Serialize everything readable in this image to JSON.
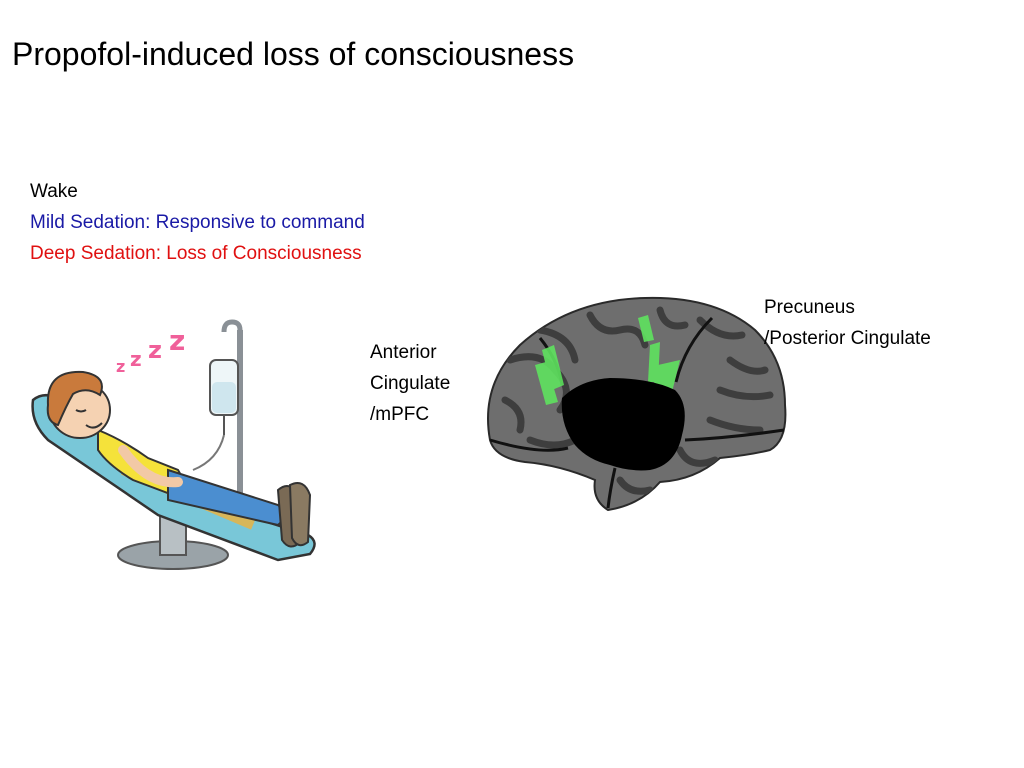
{
  "slide": {
    "title": "Propofol-induced loss of consciousness"
  },
  "states": {
    "wake": {
      "label": "Wake",
      "color": "#000000"
    },
    "mild": {
      "label": "Mild Sedation: Responsive to command",
      "color": "#1a1aa6"
    },
    "deep": {
      "label": "Deep Sedation: Loss of Consciousness",
      "color": "#e01010"
    }
  },
  "labels": {
    "anterior": {
      "line1": "Anterior",
      "line2": "Cingulate",
      "line3": "/mPFC"
    },
    "precuneus": {
      "line1": "Precuneus",
      "line2": "/Posterior  Cingulate"
    }
  },
  "illustrations": {
    "patient": {
      "icon": "sleeping-patient-iv-icon"
    },
    "brain": {
      "icon": "medial-brain-surface-icon",
      "highlight_color": "#5fe35f"
    }
  }
}
